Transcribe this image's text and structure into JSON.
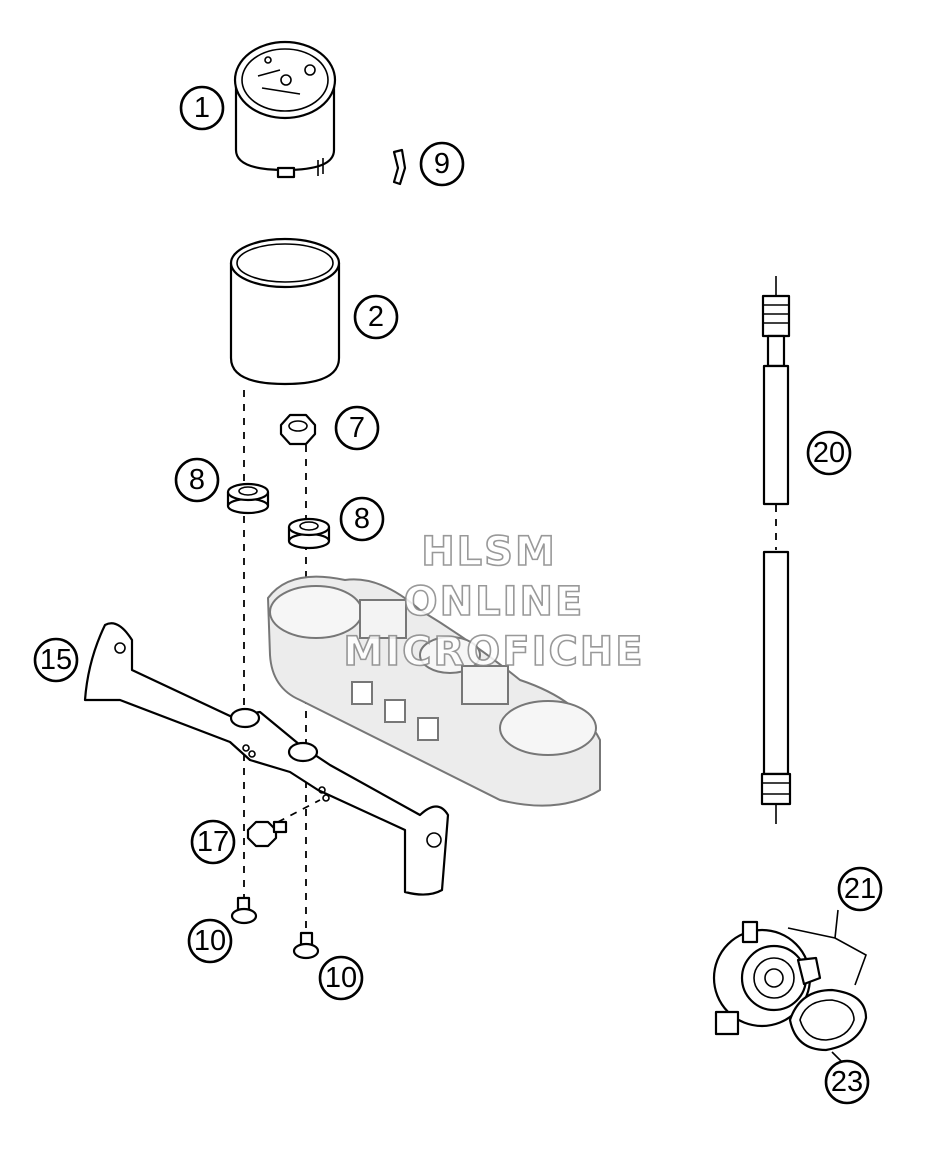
{
  "callouts": [
    {
      "id": "p1",
      "label": "1"
    },
    {
      "id": "p9",
      "label": "9"
    },
    {
      "id": "p2",
      "label": "2"
    },
    {
      "id": "p7",
      "label": "7"
    },
    {
      "id": "p8a",
      "label": "8"
    },
    {
      "id": "p8b",
      "label": "8"
    },
    {
      "id": "p15",
      "label": "15"
    },
    {
      "id": "p17",
      "label": "17"
    },
    {
      "id": "p10a",
      "label": "10"
    },
    {
      "id": "p10b",
      "label": "10"
    },
    {
      "id": "p20",
      "label": "20"
    },
    {
      "id": "p21",
      "label": "21"
    },
    {
      "id": "p23",
      "label": "23"
    }
  ],
  "watermark": {
    "line1": "HLSM",
    "line2": "ONLINE",
    "line3": "MICROFICHE"
  }
}
